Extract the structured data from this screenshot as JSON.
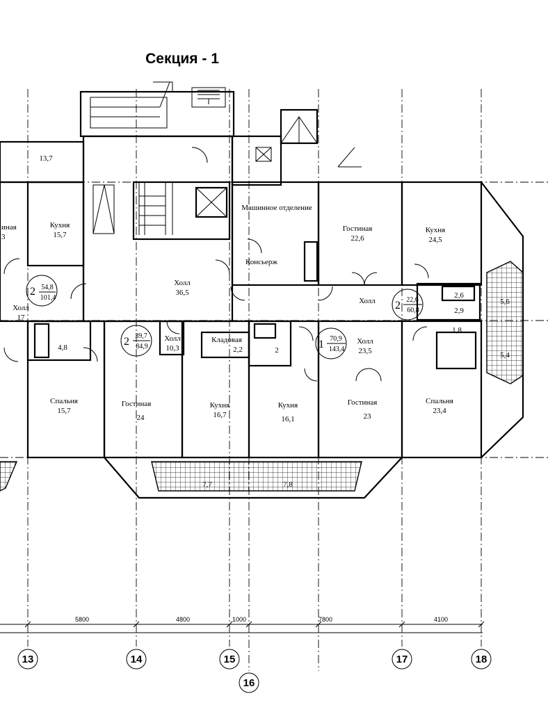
{
  "title": "Секция - 1",
  "rooms": [
    {
      "key": "r_137",
      "name": "",
      "area": "13,7"
    },
    {
      "key": "r_kitchen_157",
      "name": "Кухня",
      "area": "15,7"
    },
    {
      "key": "r_living_cut",
      "name": "иная",
      "area": "3"
    },
    {
      "key": "r_machine",
      "name": "Машинное отделение",
      "area": ""
    },
    {
      "key": "r_concierge",
      "name": "Консьерж",
      "area": ""
    },
    {
      "key": "r_hall_365",
      "name": "Холл",
      "area": "36,5"
    },
    {
      "key": "r_living_226",
      "name": "Гостиная",
      "area": "22,6"
    },
    {
      "key": "r_kitchen_245",
      "name": "Кухня",
      "area": "24,5"
    },
    {
      "key": "r_hall_right",
      "name": "Холл",
      "area": ""
    },
    {
      "key": "r_hall_17",
      "name": "Холл",
      "area": "17"
    },
    {
      "key": "r_48",
      "name": "",
      "area": "4,8"
    },
    {
      "key": "r_hall_103",
      "name": "Холл",
      "area": "10,3"
    },
    {
      "key": "r_pantry",
      "name": "Кладовая",
      "area": "2,2"
    },
    {
      "key": "r_2",
      "name": "",
      "area": "2"
    },
    {
      "key": "r_hall_235",
      "name": "Холл",
      "area": "23,5"
    },
    {
      "key": "r_26",
      "name": "",
      "area": "2,6"
    },
    {
      "key": "r_29",
      "name": "",
      "area": "2,9"
    },
    {
      "key": "r_18",
      "name": "",
      "area": "1,8"
    },
    {
      "key": "r_56",
      "name": "",
      "area": "5,6"
    },
    {
      "key": "r_54",
      "name": "",
      "area": "5,4"
    },
    {
      "key": "r_bed_157",
      "name": "Спальня",
      "area": "15,7"
    },
    {
      "key": "r_living_24",
      "name": "Гостиная",
      "area": "24"
    },
    {
      "key": "r_kitchen_167",
      "name": "Кухня",
      "area": "16,7"
    },
    {
      "key": "r_kitchen_161",
      "name": "Кухня",
      "area": "16,1"
    },
    {
      "key": "r_living_23",
      "name": "Гостиная",
      "area": "23"
    },
    {
      "key": "r_bed_234",
      "name": "Спальня",
      "area": "23,4"
    },
    {
      "key": "r_77",
      "name": "",
      "area": "7,7"
    },
    {
      "key": "r_78",
      "name": "",
      "area": "7,8"
    }
  ],
  "apartments": [
    {
      "key": "apt_a",
      "rooms": "2",
      "living": "54,8",
      "total": "101,4"
    },
    {
      "key": "apt_b",
      "rooms": "2",
      "living": "39,7",
      "total": "84,9"
    },
    {
      "key": "apt_c",
      "rooms": "1",
      "living": "70,9",
      "total": "143,4"
    },
    {
      "key": "apt_d",
      "rooms": "2",
      "living": "22,6",
      "total": "60,8"
    }
  ],
  "dimensions": [
    "5800",
    "4800",
    "1000",
    "7800",
    "4100"
  ],
  "axes": [
    "13",
    "14",
    "15",
    "16",
    "17",
    "18"
  ]
}
